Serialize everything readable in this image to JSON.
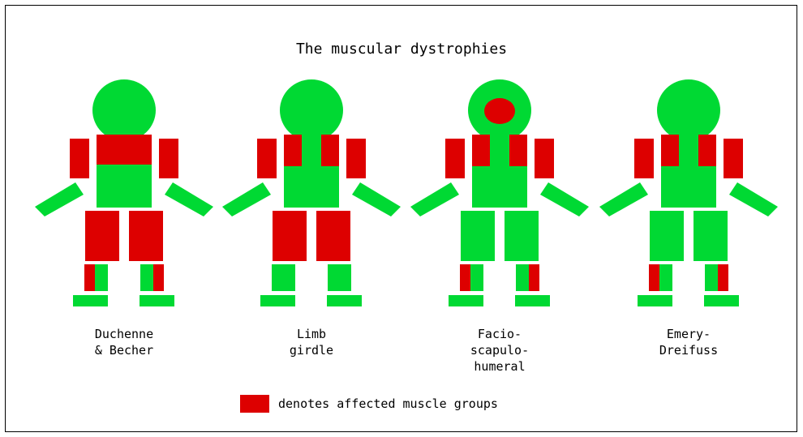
{
  "title": "The muscular dystrophies",
  "colors": {
    "healthy": "#00d933",
    "affected": "#dd0000",
    "text": "#000000",
    "background": "#ffffff"
  },
  "figures": [
    {
      "label_lines": [
        "Duchenne",
        "& Becher"
      ],
      "affected": [
        "upper-torso",
        "upper-legs",
        "lower-legs-outer",
        "upper-arms"
      ]
    },
    {
      "label_lines": [
        "Limb",
        "girdle"
      ],
      "affected": [
        "shoulders",
        "upper-legs",
        "upper-arms"
      ]
    },
    {
      "label_lines": [
        "Facio-",
        "scapulo-",
        "humeral"
      ],
      "affected": [
        "face",
        "shoulders",
        "lower-legs-outer",
        "upper-arms"
      ]
    },
    {
      "label_lines": [
        "Emery-",
        "Dreifuss"
      ],
      "affected": [
        "shoulders",
        "lower-legs-outer",
        "upper-arms"
      ]
    }
  ],
  "legend": {
    "text": "denotes affected muscle groups"
  }
}
